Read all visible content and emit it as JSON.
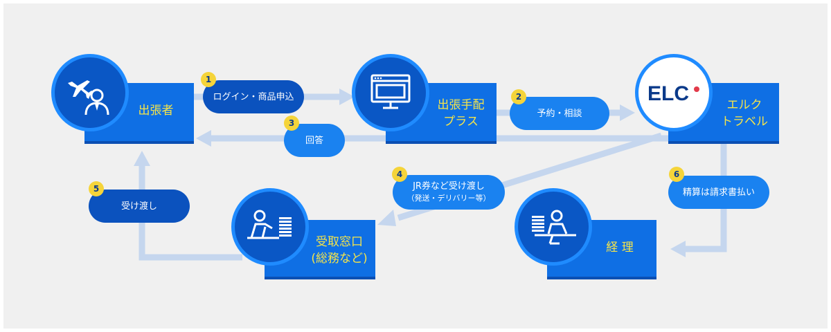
{
  "nodes": {
    "traveler": {
      "label": "出張者"
    },
    "plus": {
      "label": "出張手配\nプラス"
    },
    "elc": {
      "label": "エルク\nトラベル",
      "logo_text": "ELC"
    },
    "counter": {
      "label": "受取窓口\n(総務など)"
    },
    "accounting": {
      "label": "経 理"
    }
  },
  "steps": [
    {
      "num": "1",
      "text": "ログイン・商品申込"
    },
    {
      "num": "2",
      "text": "予約・相談"
    },
    {
      "num": "3",
      "text": "回答"
    },
    {
      "num": "4",
      "text": "JR券など受け渡し",
      "sub": "（発送・デリバリー等）"
    },
    {
      "num": "5",
      "text": "受け渡し"
    },
    {
      "num": "6",
      "text": "精算は請求書払い"
    }
  ],
  "colors": {
    "box": "#0f6fe4",
    "circle": "#0a57c5",
    "ring": "#1f8bff",
    "label": "#f5e44a",
    "badge": "#f5d43a",
    "arrow": "#c5d6ee"
  },
  "icons": {
    "traveler": "airplane-businessman-icon",
    "plus": "computer-monitor-icon",
    "elc": "elc-logo",
    "counter": "desk-person-documents-icon",
    "accounting": "desk-person-documents-icon"
  }
}
